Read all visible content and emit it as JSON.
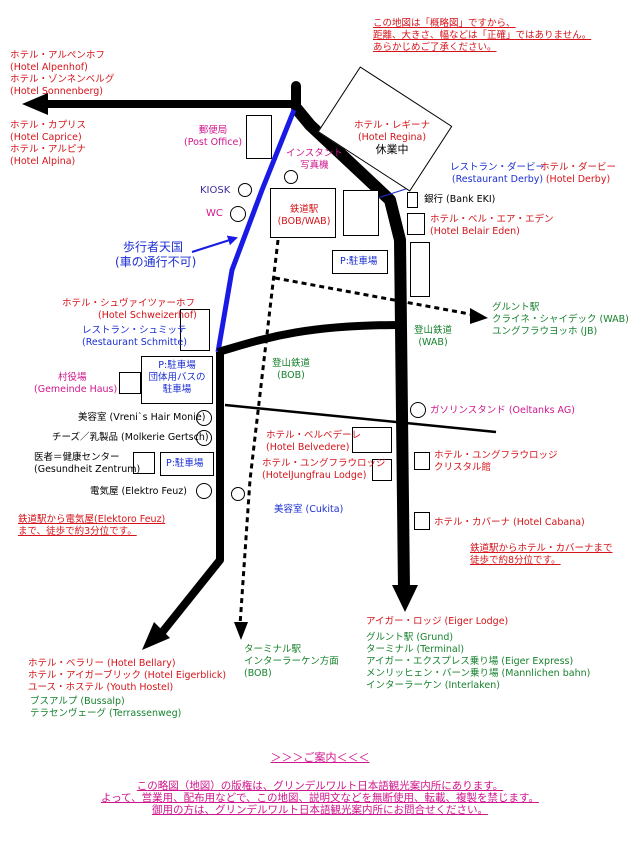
{
  "disclaimer": [
    "この地図は「概略図」ですから、",
    "距離、大きさ、幅などは「正確」ではありません。",
    "あらかじめご了承ください。"
  ],
  "hotels_topleft": [
    "ホテル・アルペンホフ",
    "(Hotel Alpenhof)",
    "ホテル・ゾンネンベルグ",
    "(Hotel Sonnenberg)"
  ],
  "hotels_left2": [
    "ホテル・カプリス",
    "(Hotel Caprice)",
    "ホテル・アルピナ",
    "(Hotel Alpina)"
  ],
  "post_office": [
    "郵便局",
    "(Post Office)"
  ],
  "instant_photo": [
    "インスタント",
    "写真機"
  ],
  "kiosk": "KIOSK",
  "wc": "WC",
  "pedestrian": [
    "歩行者天国",
    "(車の通行不可)"
  ],
  "station": [
    "鉄道駅",
    "(BOB/WAB)"
  ],
  "hotel_regina": [
    "ホテル・レギーナ",
    "(Hotel Regina)",
    "休業中"
  ],
  "restaurant_derby": [
    "レストラン・ダービー",
    "(Restaurant Derby)"
  ],
  "hotel_derby": [
    "ホテル・ダービー",
    "(Hotel Derby)"
  ],
  "bank": "銀行 (Bank EKI)",
  "hotel_belair": [
    "ホテル・ベル・エア・エデン",
    "(Hotel Belair Eden)"
  ],
  "parking1": "P:駐車場",
  "parking2": "P:駐車場",
  "parking3": "P:駐車場",
  "bus_parking": [
    "団体用バスの",
    "駐車場"
  ],
  "wab_line": [
    "グルント駅",
    "クライネ・シャイデック (WAB)",
    "ユングフラウヨッホ (JB)"
  ],
  "mountain_rail_wab": [
    "登山鉄道",
    "(WAB)"
  ],
  "hotel_schweizerhof": [
    "ホテル・シュヴァイツァーホフ",
    "(Hotel Schweizerhof)"
  ],
  "restaurant_schmitte": [
    "レストラン・シュミッテ",
    "(Restaurant Schmitte)"
  ],
  "gemeinde": [
    "村役場",
    "(Gemeinde Haus)"
  ],
  "mountain_rail_bob": [
    "登山鉄道",
    "(BOB)"
  ],
  "gas_station": "ガソリンスタンド (Oeltanks AG)",
  "hair_vreni": "美容室 (Vreni`s Hair Monie)",
  "cheese": "チーズ／乳製品 (Molkerie Gertsch)",
  "doctor": [
    "医者＝健康センター",
    "(Gesundheit Zentrum)"
  ],
  "elektro": "電気屋 (Elektro Feuz)",
  "hotel_belvedere": [
    "ホテル・ベルベデーレ",
    "(Hotel Belvedere)"
  ],
  "hotel_jungfrau": [
    "ホテル・ユングフラウロッジ",
    "(HotelJungfrau  Lodge)"
  ],
  "hotel_jungfrau_lodge": [
    "ホテル・ユングフラウロッジ",
    "クリスタル館"
  ],
  "hair_cukita": "美容室 (Cukita)",
  "walk_elektro": [
    "鉄道駅から電気屋(Elektoro Feuz)",
    "まで、徒歩で約3分位です。"
  ],
  "hotel_cabana": "ホテル・カバーナ (Hotel Cabana)",
  "walk_cabana": [
    "鉄道駅からホテル・カバーナまで",
    "徒歩で約8分位です。"
  ],
  "eiger_lodge": "アイガー・ロッジ (Eiger Lodge)",
  "grund_list": [
    "グルント駅 (Grund)",
    "ターミナル (Terminal)",
    "アイガー・エクスプレス乗り場 (Eiger Express)",
    "メンリッヒェン・バーン乗り場 (Mannlichen bahn)",
    "インターラーケン (Interlaken)"
  ],
  "terminal_bob": [
    "ターミナル駅",
    "インターラーケン方面",
    "(BOB)"
  ],
  "hotels_bottom": [
    "ホテル・ベラリー (Hotel Bellary)",
    "ホテル・アイガーブリック (Hotel Eigerblick)",
    "ユース・ホステル (Youth Hostel)"
  ],
  "bussalp": [
    "ブスアルプ (Bussalp)",
    "テラセンヴェーグ (Terrassenweg)"
  ],
  "info_header": "＞＞＞ご案内＜＜＜",
  "copyright": [
    "この略図（地図）の版権は、グリンデルワルト日本語観光案内所にあります。",
    "よって、営業用、配布用などで、この地図、説明文などを無断使用、転載、複製を禁じます。",
    "御用の方は、グリンデルワルト日本語観光案内所にお問合せください。"
  ],
  "colors": {
    "road": "#000000",
    "pedestrian": "#1a1ae6",
    "red": "#d4141a",
    "pink": "#d0168c",
    "green": "#17822e",
    "blue": "#1c2fd2"
  }
}
